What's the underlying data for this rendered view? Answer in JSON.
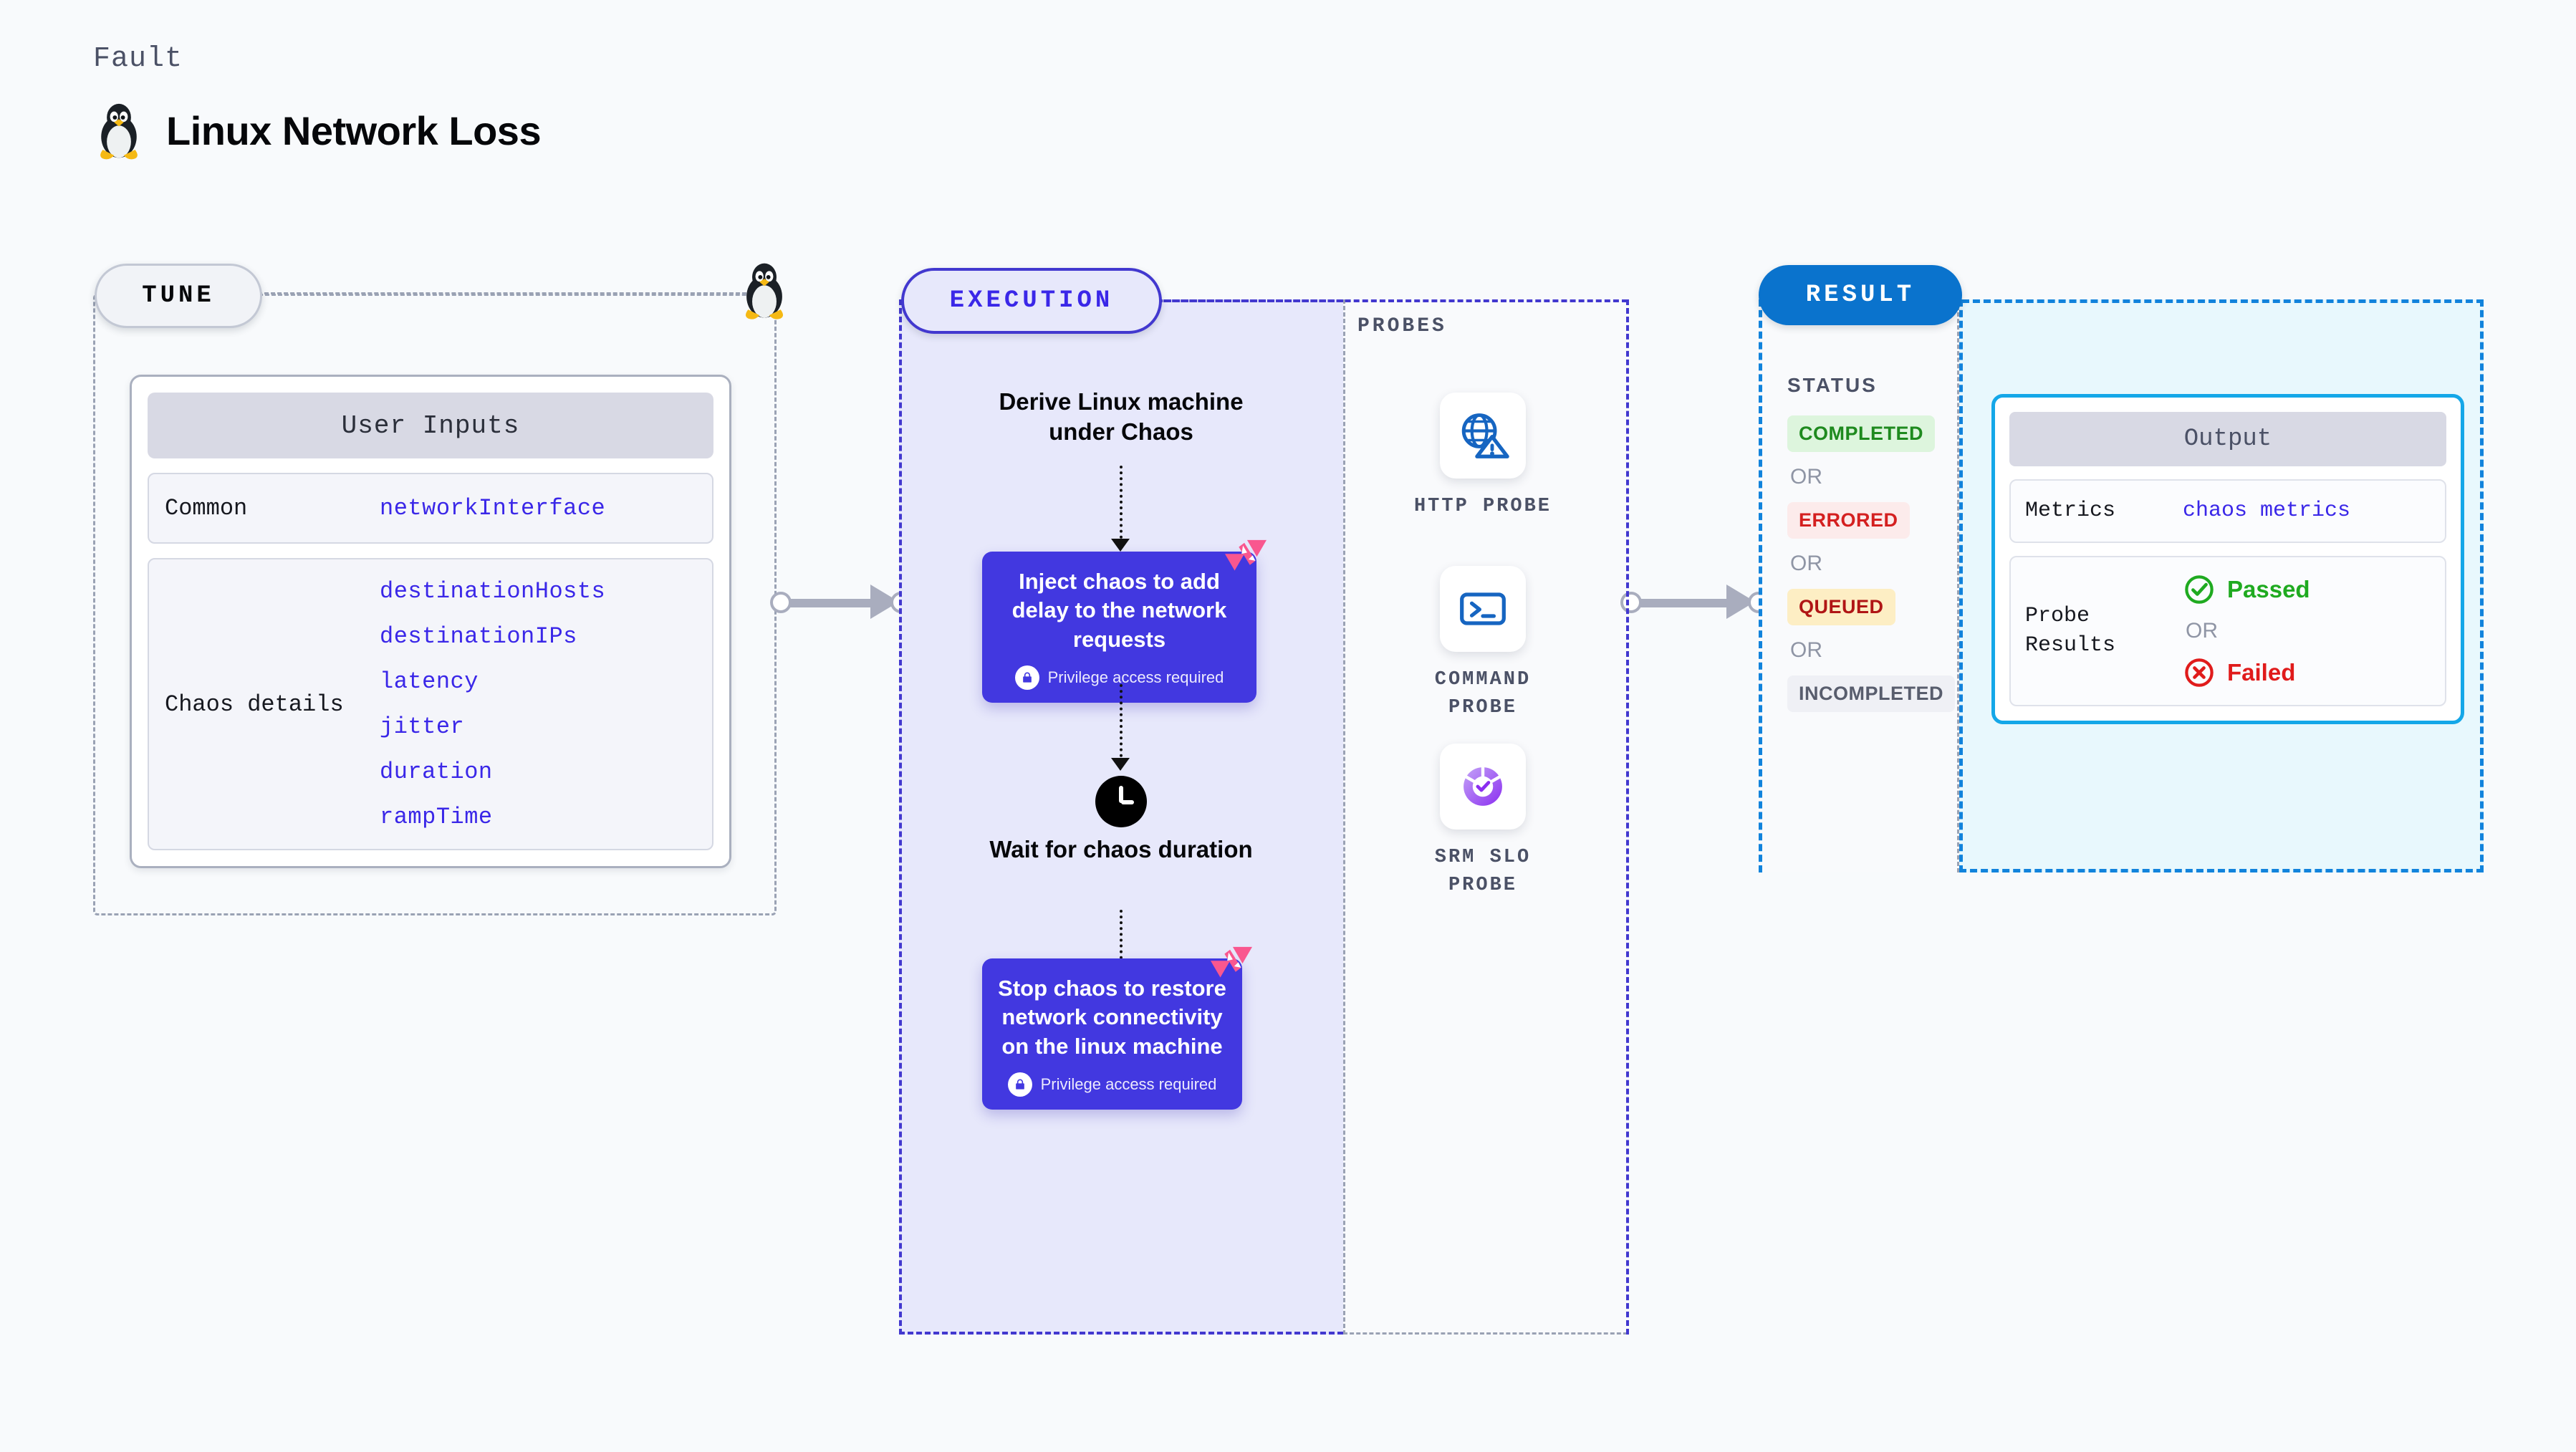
{
  "header": {
    "eyebrow": "Fault",
    "title": "Linux Network Loss",
    "icon": "tux-penguin-icon"
  },
  "tune": {
    "badge": "TUNE",
    "card_title": "User Inputs",
    "rows": [
      {
        "key": "Common",
        "values": [
          "networkInterface"
        ]
      },
      {
        "key": "Chaos details",
        "values": [
          "destinationHosts",
          "destinationIPs",
          "latency",
          "jitter",
          "duration",
          "rampTime"
        ]
      }
    ]
  },
  "execution": {
    "badge": "EXECUTION",
    "step1_text": "Derive Linux machine\nunder Chaos",
    "card1": {
      "title": "Inject chaos to add delay to the network requests",
      "privilege": "Privilege access required"
    },
    "wait_text": "Wait for chaos\nduration",
    "card2": {
      "title": "Stop chaos to restore network connectivity on the linux machine",
      "privilege": "Privilege access required"
    }
  },
  "probes": {
    "label": "PROBES",
    "items": [
      {
        "name": "HTTP PROBE",
        "icon": "globe-warning-icon"
      },
      {
        "name": "COMMAND\nPROBE",
        "icon": "terminal-icon"
      },
      {
        "name": "SRM SLO\nPROBE",
        "icon": "slo-donut-check-icon"
      }
    ]
  },
  "result": {
    "badge": "RESULT",
    "status_label": "STATUS",
    "or": "OR",
    "statuses": [
      {
        "text": "COMPLETED",
        "fg": "#1e8a1e",
        "bg": "#ddf5dd"
      },
      {
        "text": "ERRORED",
        "fg": "#d42020",
        "bg": "#fcebeb"
      },
      {
        "text": "QUEUED",
        "fg": "#b01515",
        "bg": "#fdeec4"
      },
      {
        "text": "INCOMPLETED",
        "fg": "#585d6d",
        "bg": "#eff0f5"
      }
    ],
    "output": {
      "title": "Output",
      "metrics_key": "Metrics",
      "metrics_value": "chaos metrics",
      "probe_key": "Probe\nResults",
      "passed": "Passed",
      "failed": "Failed",
      "or": "OR"
    }
  },
  "colors": {
    "indigo": "#4238e0",
    "harness_pink": "#f9578f",
    "result_blue": "#0a73cd",
    "output_cyan": "#14a7e8",
    "value_blue": "#3a27e8"
  }
}
